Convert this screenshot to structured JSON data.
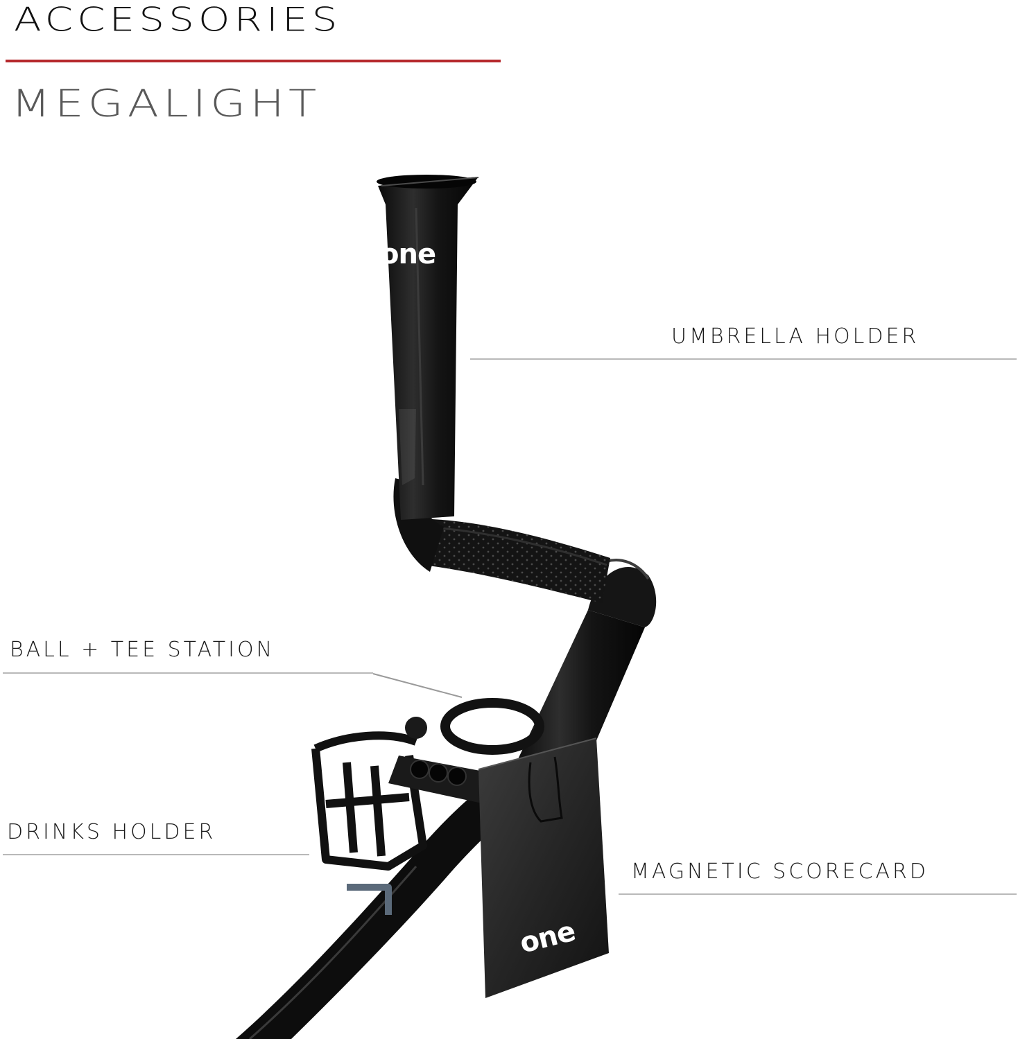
{
  "header": {
    "title": "ACCESSORIES",
    "subtitle": "MEGALIGHT",
    "accent_color": "#b5282c"
  },
  "callouts": {
    "umbrella_holder": "UMBRELLA HOLDER",
    "ball_tee_station": "BALL + TEE STATION",
    "drinks_holder": "DRINKS HOLDER",
    "magnetic_scorecard": "MAGNETIC SCORECARD"
  },
  "product": {
    "brand_logo_text": "one",
    "logo_accent_color": "#c8d62b"
  }
}
